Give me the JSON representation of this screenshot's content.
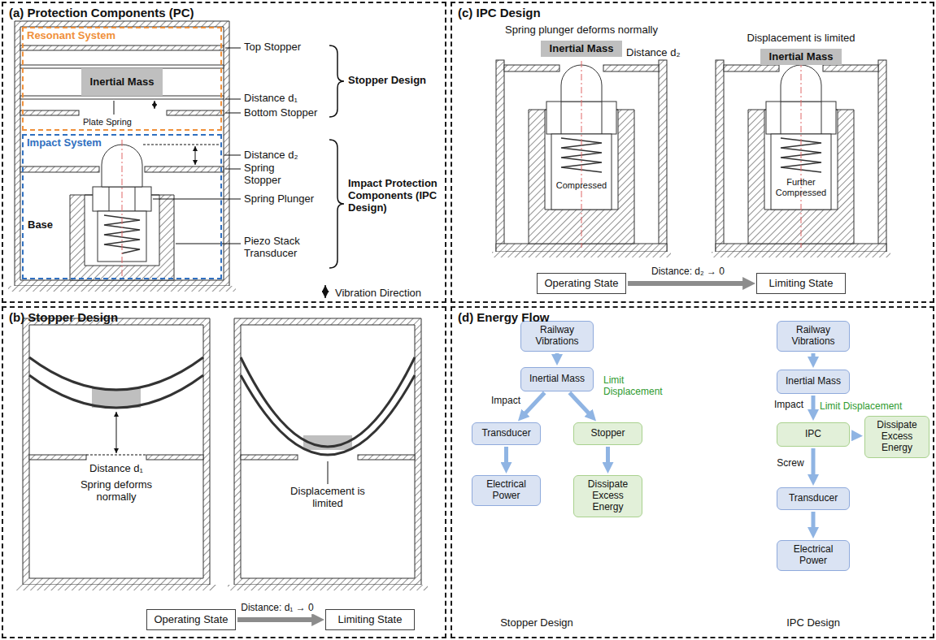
{
  "diagram": {
    "nodes": [
      {
        "text": [
          "(a) Protection Components (PC)"
        ]
      },
      {
        "text": [
          "Resonant System"
        ],
        "in": 0
      },
      {
        "text": [
          "Impact System"
        ],
        "in": 0
      },
      {
        "text": [
          "(b) Stopper Design"
        ]
      },
      {
        "text": [
          "Operating State"
        ],
        "in": 3
      },
      {
        "text": [
          "Limiting State"
        ],
        "in": 3
      },
      {
        "text": [
          "(c) IPC Design"
        ]
      },
      {
        "text": [
          "Operating State"
        ],
        "in": 6
      },
      {
        "text": [
          "Limiting State"
        ],
        "in": 6
      },
      {
        "text": [
          "(d) Energy Flow"
        ]
      },
      {
        "text": [
          "Railway Vibrations"
        ],
        "in": 9
      },
      {
        "text": [
          "Inertial Mass"
        ],
        "in": 9
      },
      {
        "text": [
          "Transducer"
        ],
        "in": 9
      },
      {
        "text": [
          "Electrical Power"
        ],
        "in": 9
      },
      {
        "text": [
          "Stopper"
        ],
        "in": 9
      },
      {
        "text": [
          "Dissipate Excess Energy"
        ],
        "in": 9
      },
      {
        "text": [
          "Railway Vibrations"
        ],
        "in": 9
      },
      {
        "text": [
          "Inertial Mass"
        ],
        "in": 9
      },
      {
        "text": [
          "IPC"
        ],
        "in": 9
      },
      {
        "text": [
          "Dissipate Excess Energy"
        ],
        "in": 9
      },
      {
        "text": [
          "Transducer"
        ],
        "in": 9
      },
      {
        "text": [
          "Electrical Power"
        ],
        "in": 9
      }
    ],
    "edges": [
      {
        "from": 4,
        "to": 5,
        "arrow": "to",
        "label": "Distance: d₁ → 0"
      },
      {
        "from": 7,
        "to": 8,
        "arrow": "to",
        "label": "Distance: d₂ → 0"
      },
      {
        "from": 10,
        "to": 11,
        "arrow": "to"
      },
      {
        "from": 11,
        "to": 12,
        "arrow": "to",
        "label": "Impact"
      },
      {
        "from": 11,
        "to": 14,
        "arrow": "to"
      },
      {
        "from": 12,
        "to": 13,
        "arrow": "to"
      },
      {
        "from": 14,
        "to": 15,
        "arrow": "to"
      },
      {
        "from": 16,
        "to": 17,
        "arrow": "to"
      },
      {
        "from": 17,
        "to": 18,
        "arrow": "to",
        "label": "Impact"
      },
      {
        "from": 18,
        "to": 19,
        "arrow": "to"
      },
      {
        "from": 18,
        "to": 20,
        "arrow": "to",
        "label": "Screw"
      },
      {
        "from": 20,
        "to": 21,
        "arrow": "to"
      }
    ],
    "labels": [
      "Top Stopper",
      "Inertial Mass",
      "Distance d₁",
      "Plate Spring",
      "Bottom Stopper",
      "Stopper Design",
      "Distance d₂",
      "Spring Stopper",
      "Impact Protection Components (IPC Design)",
      "Spring Plunger",
      "Base",
      "Piezo Stack Transducer",
      "Vibration Direction",
      "Distance d₁",
      "Spring deforms normally",
      "Displacement is limited",
      "Spring plunger deforms normally",
      "Inertial Mass",
      "Distance d₂",
      "Displacement is limited",
      "Inertial Mass",
      "Compressed",
      "Further Compressed",
      "Limit Displacement",
      "Stopper Design",
      "Limit Displacement",
      "IPC Design"
    ]
  }
}
